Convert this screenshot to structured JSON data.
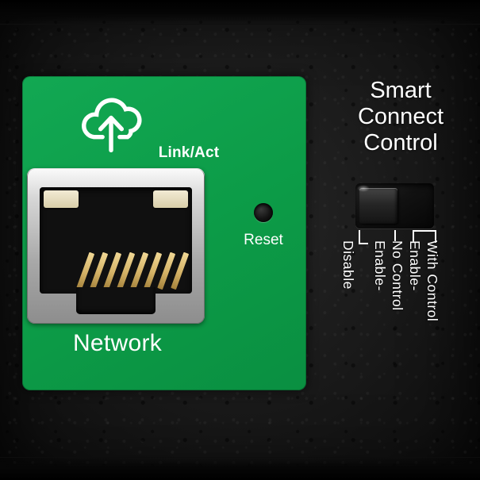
{
  "colors": {
    "module_green": "#0c9b47",
    "panel_black": "#181818",
    "pin_gold": "#d4b266",
    "text_white": "#ffffff"
  },
  "network_module": {
    "cloud_icon": "cloud-upload-icon",
    "link_act_label": "Link/Act",
    "reset_label": "Reset",
    "network_label": "Network"
  },
  "smart_connect": {
    "title": "Smart\nConnect\nControl",
    "positions": [
      {
        "label": "Disable"
      },
      {
        "label": "Enable-\nNo Control"
      },
      {
        "label": "Enable-\nWith Control"
      }
    ]
  }
}
